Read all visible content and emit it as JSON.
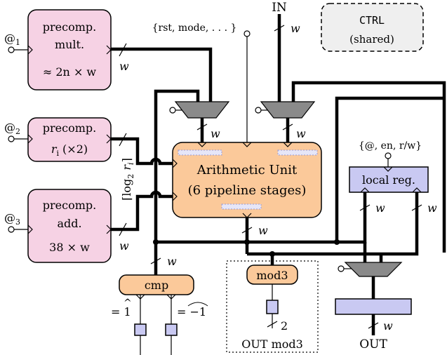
{
  "colors": {
    "memory_fill": "#f6d2e4",
    "unit_fill": "#fbc99a",
    "register_fill": "#c9c9f2",
    "mux_fill": "#8a8a8a",
    "ctrl_fill": "#efefef"
  },
  "inputs": {
    "in": "IN",
    "addr1": "@",
    "addr1_sub": "1",
    "addr2": "@",
    "addr2_sub": "2",
    "addr3": "@",
    "addr3_sub": "3"
  },
  "memories": {
    "mult": {
      "line1": "precomp.",
      "line2": "mult.",
      "line3": "≈ 2n × w"
    },
    "ri": {
      "line1": "precomp.",
      "line2": "r",
      "line2_sub": "i",
      "line2_tail": "(×2)"
    },
    "add": {
      "line1": "precomp.",
      "line2": "add.",
      "line3": "38 × w"
    }
  },
  "ctrl": {
    "title": "CTRL",
    "subtitle": "(shared)"
  },
  "control_signals": "{rst, mode, . . . }",
  "local_reg_signals": "{@, en, r/w}",
  "arith_unit": {
    "line1": "Arithmetic Unit",
    "line2": "(6 pipeline stages)"
  },
  "local_reg": "local reg.",
  "cmp": "cmp",
  "mod3": "mod3",
  "outputs": {
    "out": "OUT",
    "out_mod3": "OUT  mod3",
    "eq_one": "= 1",
    "eq_minus_one": "= −1"
  },
  "widths": {
    "w": "w",
    "two": "2",
    "log_label": "⌈log",
    "log_sub": "2",
    "log_tail": " r",
    "log_tail_sub": "i",
    "log_close": "⌉"
  }
}
